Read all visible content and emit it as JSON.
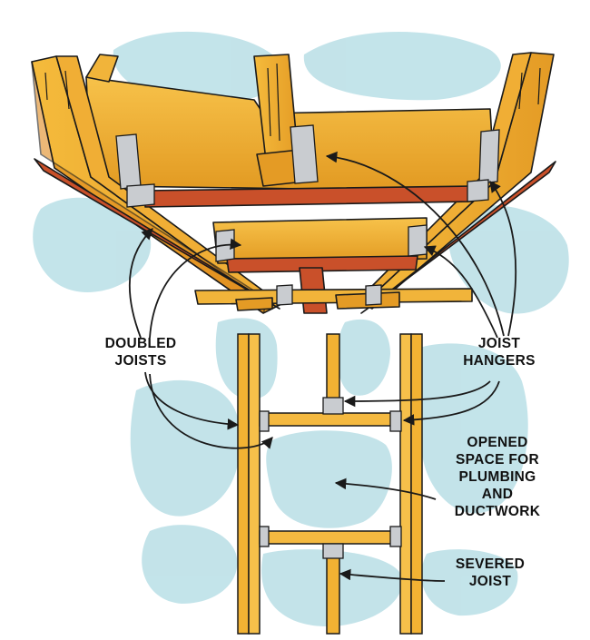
{
  "labels": {
    "doubled_joists": [
      "DOUBLED",
      "JOISTS"
    ],
    "joist_hangers": [
      "JOIST",
      "HANGERS"
    ],
    "opened_space": [
      "OPENED",
      "SPACE FOR",
      "PLUMBING",
      "AND",
      "DUCTWORK"
    ],
    "severed_joist": [
      "SEVERED",
      "JOIST"
    ]
  },
  "colors": {
    "wood": "#f2b233",
    "wood_dark": "#d98a1c",
    "wood_red": "#c9502a",
    "metal": "#c9ccd0",
    "wash": "#b9dfe6",
    "ink": "#1a1a1a"
  }
}
